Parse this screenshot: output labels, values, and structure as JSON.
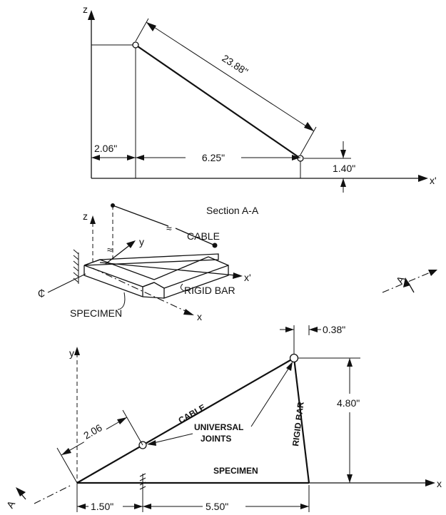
{
  "top_view": {
    "axis_z": "z",
    "axis_xp": "x'",
    "dim_cable_length": "23.88\"",
    "dim_offset": "2.06\"",
    "dim_span": "6.25\"",
    "dim_height": "1.40\""
  },
  "section_title": "Section A-A",
  "iso_view": {
    "axis_z": "z",
    "axis_y": "y",
    "axis_x": "x",
    "axis_xp": "x'",
    "cable_label": "CABLE",
    "centerline_symbol": "₵",
    "specimen_label": "SPECIMEN",
    "rigid_bar_label": "RIGID BAR",
    "approx_symbol": "≈"
  },
  "plan_view": {
    "axis_y": "y",
    "axis_x": "x",
    "section_marker": "A",
    "dim_top_offset": "0.38\"",
    "dim_height": "4.80\"",
    "dim_cable_seg": "2.06",
    "cable_label": "CABLE",
    "universal_joints_label_1": "UNIVERSAL",
    "universal_joints_label_2": "JOINTS",
    "rigid_bar_label": "RIGID BAR",
    "specimen_label": "SPECIMEN",
    "dim_left": "1.50\"",
    "dim_right": "5.50\""
  }
}
